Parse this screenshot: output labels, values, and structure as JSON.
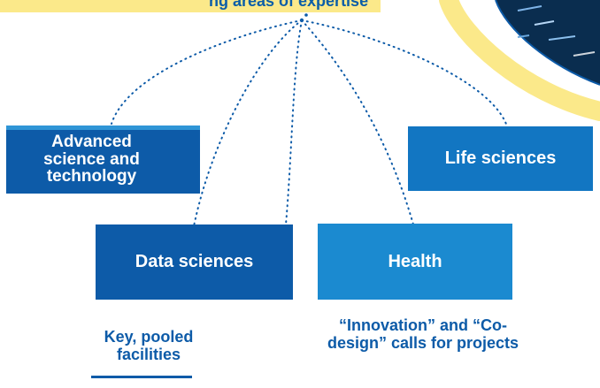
{
  "banner": {
    "label": "ng areas of expertise"
  },
  "nodes": {
    "advanced": "Advanced science and technology",
    "data": "Data sciences",
    "health": "Health",
    "life": "Life sciences"
  },
  "captions": {
    "key_facilities": "Key, pooled facilities",
    "innovation_calls": "“Innovation” and “Co-design” calls for projects"
  },
  "colors": {
    "primary_blue": "#0d5ba8",
    "mid_blue": "#1276c2",
    "light_blue": "#1b8ad0",
    "yellow": "#fbe98a",
    "code_dark": "#09284a"
  }
}
